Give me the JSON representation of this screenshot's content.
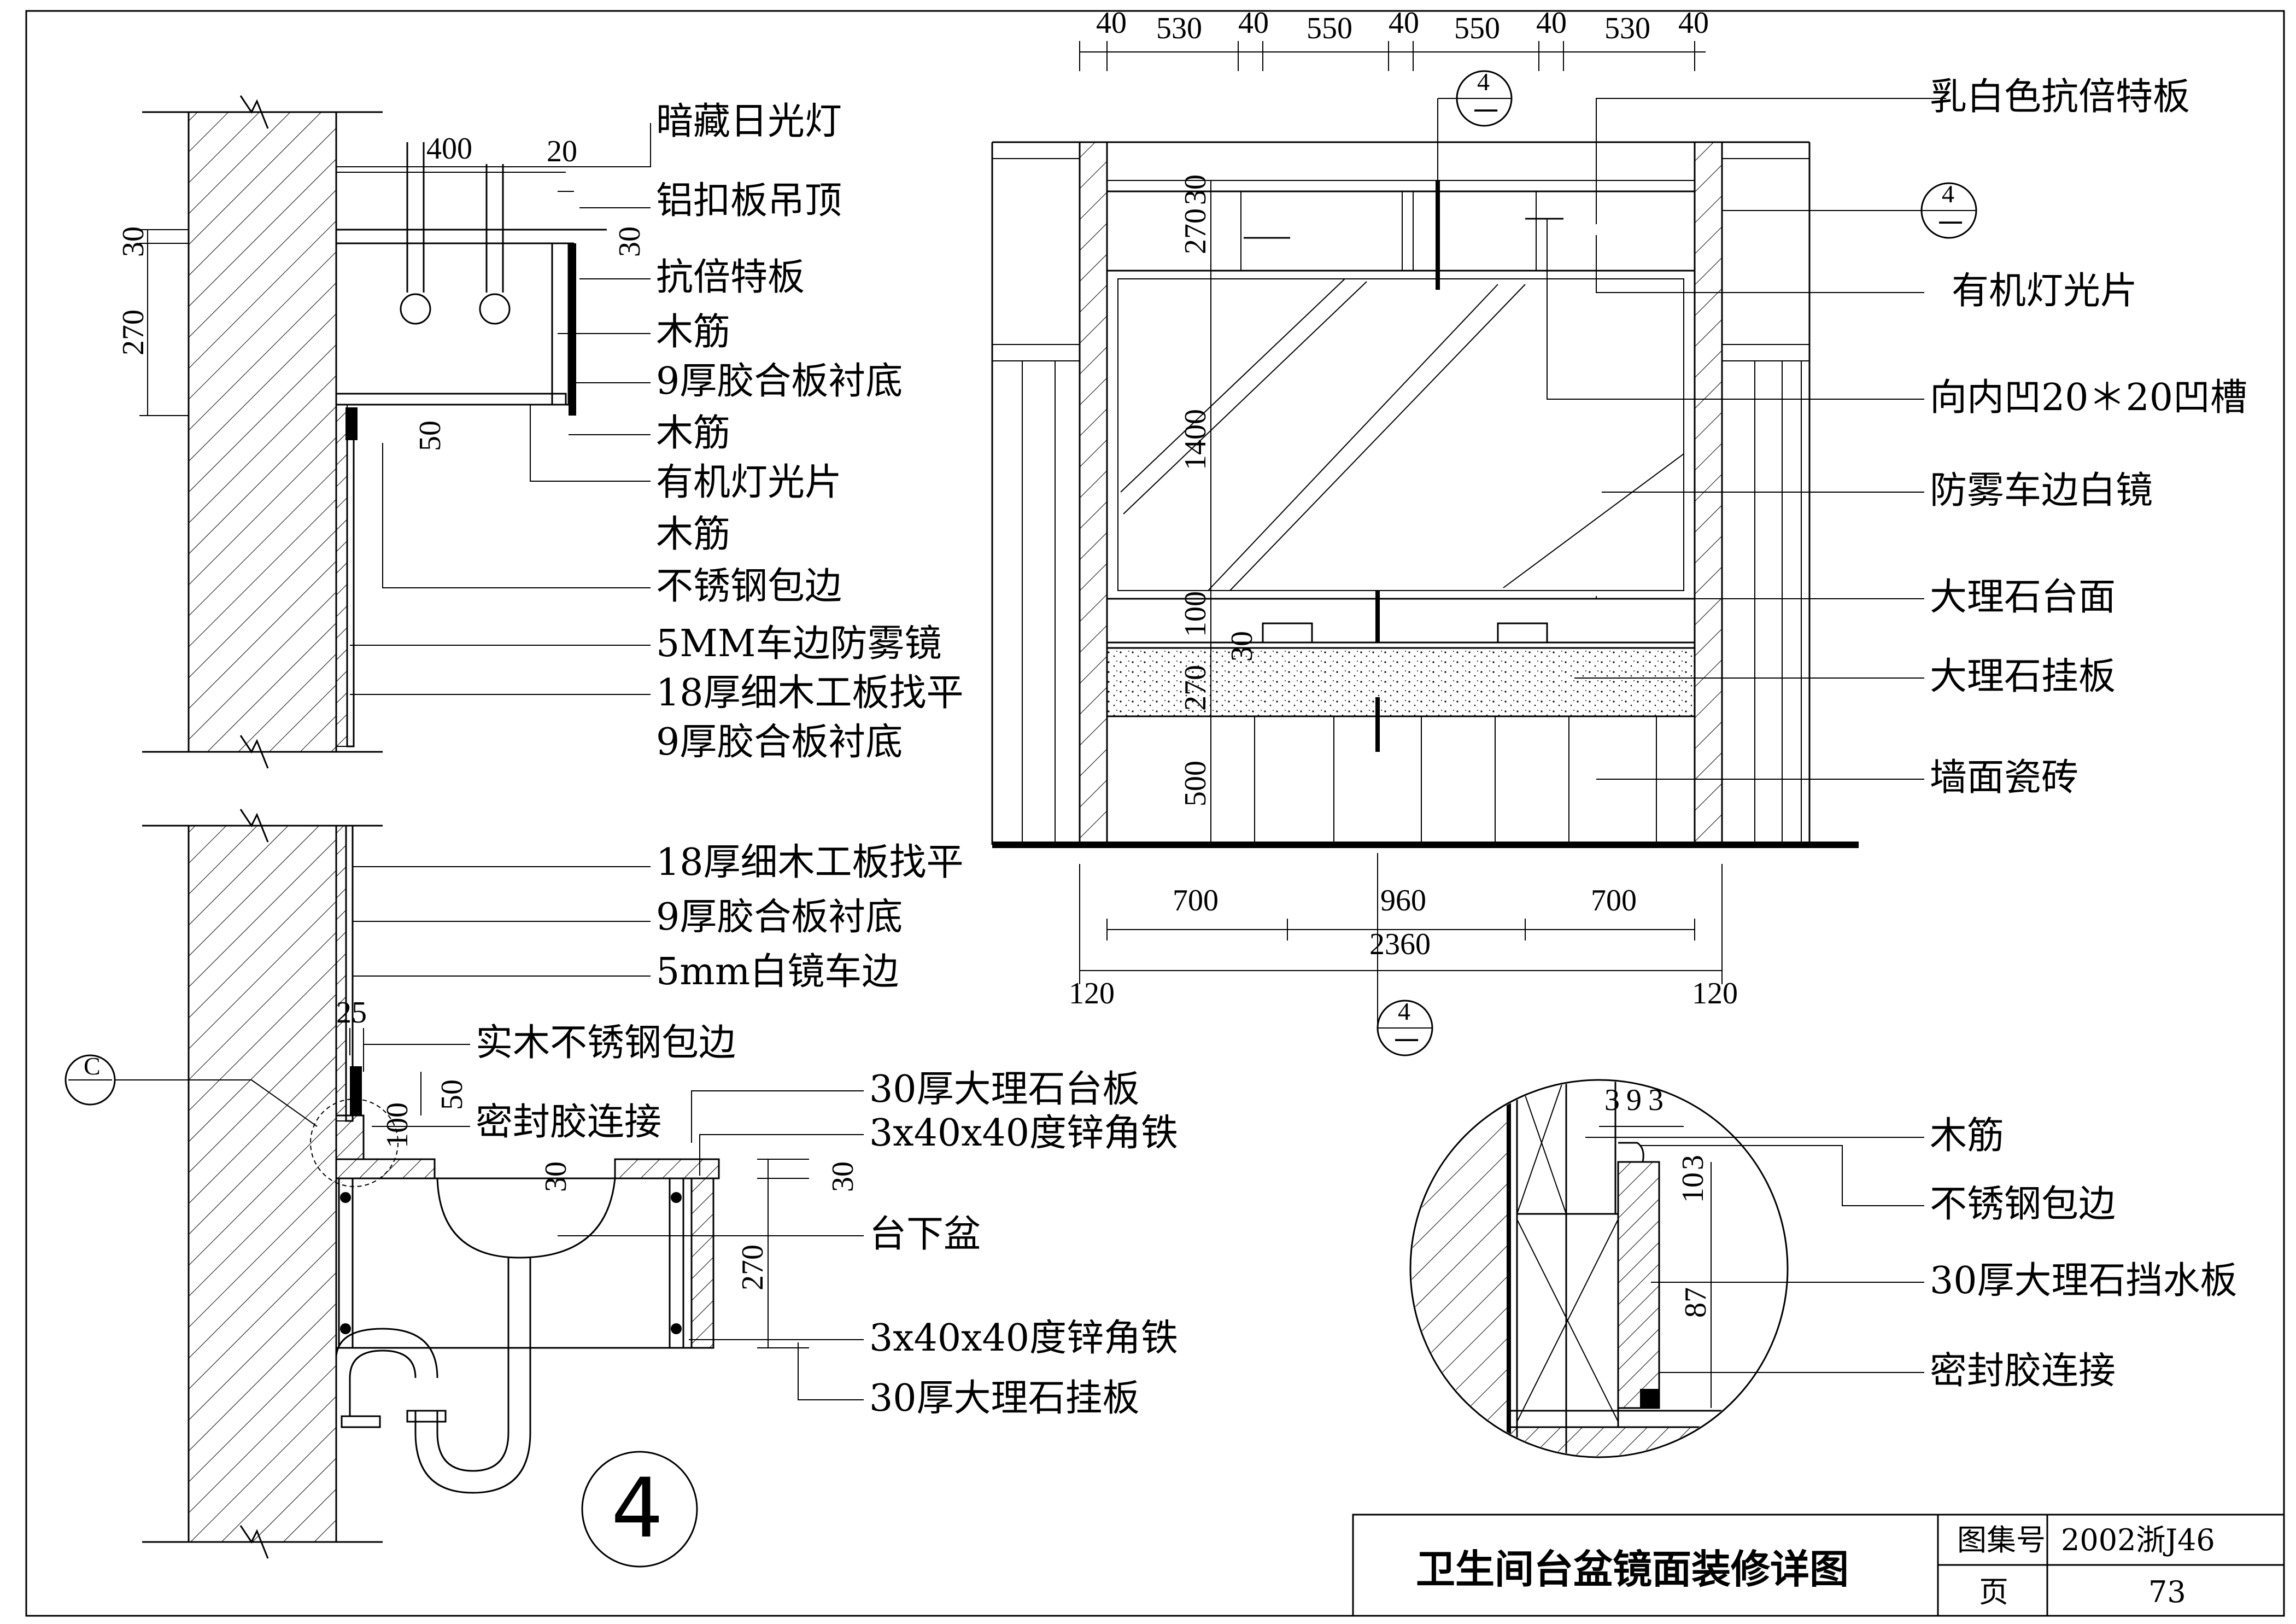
{
  "title_block": {
    "drawing_title": "卫生间台盆镜面装修详图",
    "atlas_label": "图集号",
    "atlas_value": "2002浙J46",
    "page_label": "页",
    "page_value": "73"
  },
  "detail_number": "4",
  "section_upper": {
    "dims": [
      "400",
      "20",
      "30",
      "270",
      "30",
      "50"
    ],
    "labels": [
      "暗藏日光灯",
      "铝扣板吊顶",
      "抗倍特板",
      "木筋",
      "9厚胶合板衬底",
      "木筋",
      "有机灯光片",
      "木筋",
      "不锈钢包边",
      "5MM车边防雾镜",
      "18厚细木工板找平",
      "9厚胶合板衬底"
    ]
  },
  "section_lower": {
    "dims": [
      "25",
      "50",
      "100",
      "30",
      "30",
      "270"
    ],
    "labels": [
      "18厚细木工板找平",
      "9厚胶合板衬底",
      "5mm白镜车边",
      "实木不锈钢包边",
      "密封胶连接"
    ],
    "right_labels": [
      "30厚大理石台板",
      "3x40x40度锌角铁",
      "台下盆",
      "3x40x40度锌角铁",
      "30厚大理石挂板"
    ],
    "callout": "C"
  },
  "elevation": {
    "top_dims": [
      "40",
      "530",
      "40",
      "550",
      "40",
      "550",
      "40",
      "530",
      "40"
    ],
    "vert_dims": [
      "30",
      "270",
      "1400",
      "100",
      "30",
      "270",
      "500"
    ],
    "bottom_dims": [
      "700",
      "960",
      "700"
    ],
    "total_dim": "2360",
    "side_dims": [
      "120",
      "120"
    ],
    "labels": [
      "乳白色抗倍特板",
      "有机灯光片",
      "向内凹20＊20凹槽",
      "防雾车边白镜",
      "大理石台面",
      "大理石挂板",
      "墙面瓷砖"
    ],
    "ref_marks": [
      {
        "num": "4",
        "sub": "一"
      },
      {
        "num": "4",
        "sub": "一"
      },
      {
        "num": "4",
        "sub": "一"
      }
    ]
  },
  "detail_circle": {
    "dims": [
      "3",
      "9",
      "3",
      "10",
      "3",
      "87"
    ],
    "labels": [
      "木筋",
      "不锈钢包边",
      "30厚大理石挡水板",
      "密封胶连接"
    ]
  }
}
